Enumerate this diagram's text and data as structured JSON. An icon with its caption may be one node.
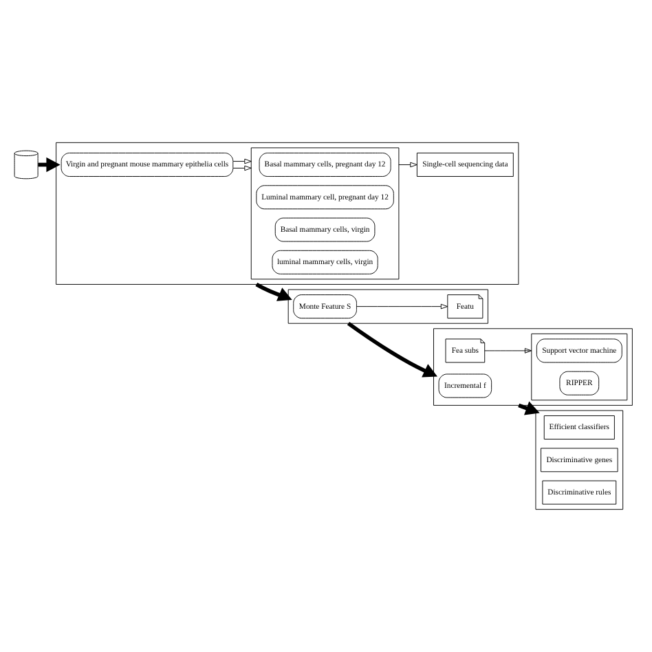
{
  "diagram": {
    "nodes": [
      {
        "text": [],
        "shape": "cylinder"
      },
      {
        "text": [],
        "shape": "box"
      },
      {
        "text": [
          "Virgin and pregnant mouse mammary epithelia cells"
        ],
        "in": 1
      },
      {
        "text": [],
        "shape": "box",
        "in": 1
      },
      {
        "text": [
          "Basal mammary cells, pregnant day 12"
        ],
        "in": 3
      },
      {
        "text": [
          "Luminal mammary cell, pregnant day 12"
        ],
        "in": 3
      },
      {
        "text": [
          "Basal mammary cells, virgin"
        ],
        "in": 3
      },
      {
        "text": [
          "luminal mammary cells, virgin"
        ],
        "in": 3
      },
      {
        "text": [
          "Single-cell sequencing data"
        ],
        "in": 1
      },
      {
        "text": [],
        "shape": "box"
      },
      {
        "text": [
          "Monte Feature S"
        ],
        "in": 9
      },
      {
        "text": [
          "Featu"
        ],
        "in": 9
      },
      {
        "text": [],
        "shape": "box"
      },
      {
        "text": [
          "Incremental f"
        ],
        "in": 12
      },
      {
        "text": [
          "Fea subs"
        ],
        "in": 12
      },
      {
        "text": [],
        "shape": "box",
        "in": 12
      },
      {
        "text": [
          "Support vector machine"
        ],
        "in": 15
      },
      {
        "text": [
          "RIPPER"
        ],
        "in": 15
      },
      {
        "text": [],
        "shape": "box"
      },
      {
        "text": [
          "Efficient classifiers"
        ],
        "in": 18
      },
      {
        "text": [
          "Discriminative genes"
        ],
        "in": 18
      },
      {
        "text": [
          "Discriminative rules"
        ],
        "in": 18
      }
    ],
    "edges": [
      {
        "from": 0,
        "to": 1,
        "arrow": "to",
        "style": "thick"
      },
      {
        "from": 2,
        "to": 3,
        "arrow": "to"
      },
      {
        "from": 2,
        "to": 3,
        "arrow": "to"
      },
      {
        "from": 3,
        "to": 8,
        "arrow": "to"
      },
      {
        "from": 1,
        "to": 9,
        "arrow": "to",
        "style": "thick"
      },
      {
        "from": 10,
        "to": 11,
        "arrow": "to"
      },
      {
        "from": 9,
        "to": 12,
        "arrow": "to",
        "style": "thick"
      },
      {
        "from": 14,
        "to": 15,
        "arrow": "to"
      },
      {
        "from": 12,
        "to": 18,
        "arrow": "to",
        "style": "thick"
      }
    ]
  }
}
